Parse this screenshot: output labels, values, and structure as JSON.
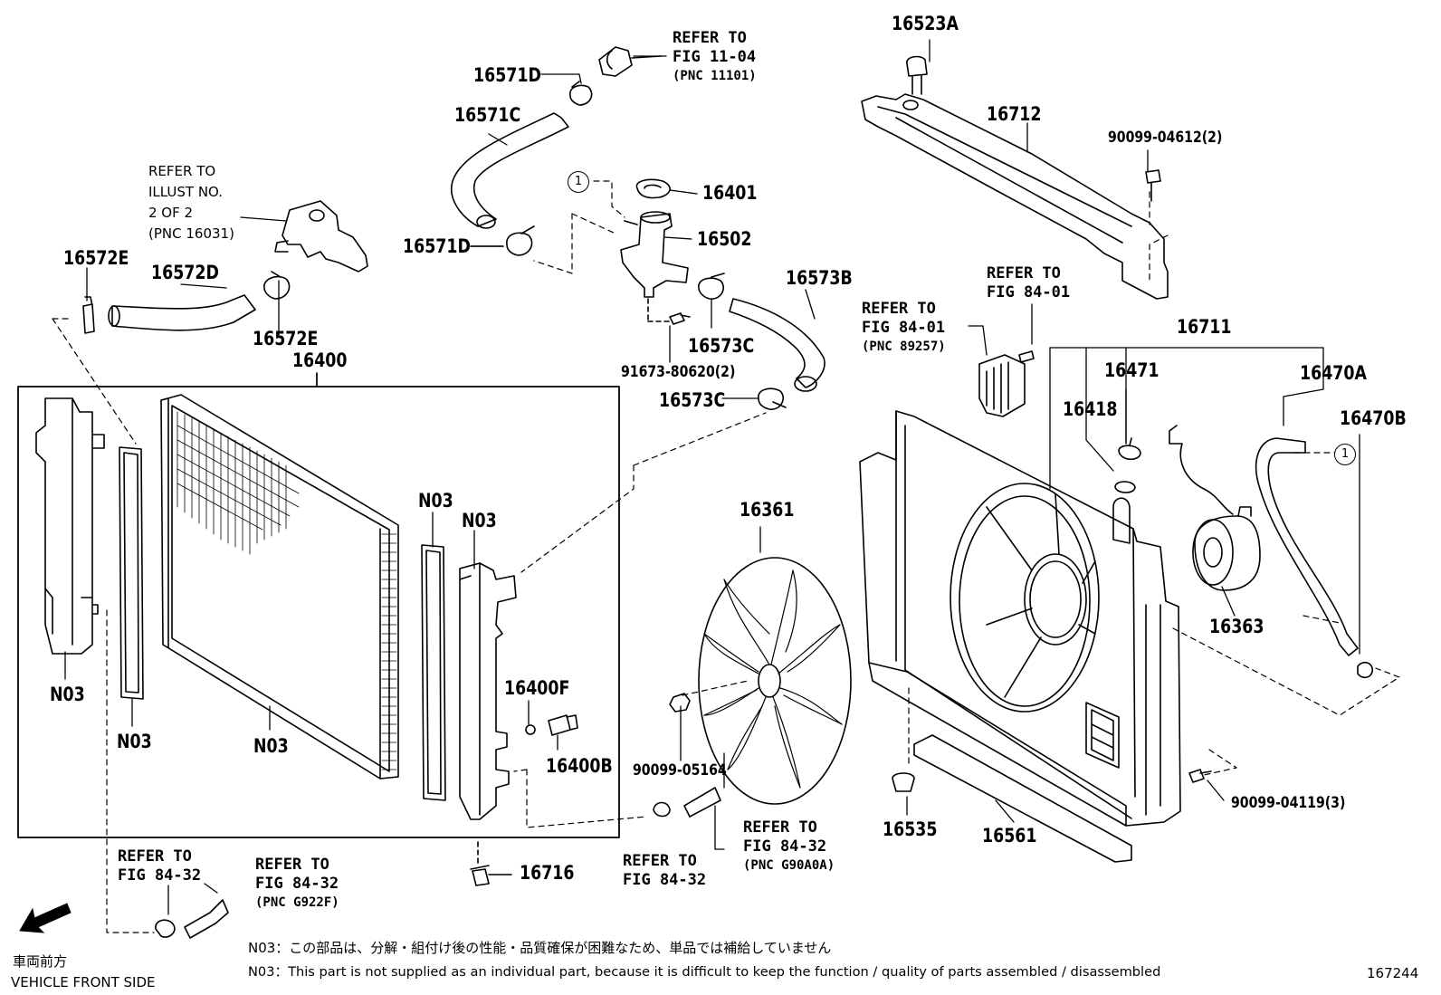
{
  "labels": {
    "p16523A": "16523A",
    "p16712": "16712",
    "p90099_04612": "90099-04612(2)",
    "p16571D_top": "16571D",
    "p16571C": "16571C",
    "p16401": "16401",
    "p16502": "16502",
    "p16571D_mid": "16571D",
    "p16572E_left": "16572E",
    "p16572D": "16572D",
    "p16572E_right": "16572E",
    "p16573B": "16573B",
    "p16573C_a": "16573C",
    "p16573C_b": "16573C",
    "p91673": "91673-80620(2)",
    "p16400": "16400",
    "p16711": "16711",
    "p16471": "16471",
    "p16470A": "16470A",
    "p16418": "16418",
    "p16470B": "16470B",
    "p16361": "16361",
    "p16363": "16363",
    "pN03_a": "N03",
    "pN03_b": "N03",
    "pN03_c": "N03",
    "pN03_d": "N03",
    "pN03_e": "N03",
    "p16400F": "16400F",
    "p16400B": "16400B",
    "p90099_05164": "90099-05164",
    "p90099_04119": "90099-04119(3)",
    "p16535": "16535",
    "p16561": "16561",
    "p16716": "16716"
  },
  "refs": {
    "fig1104_l1": "REFER TO",
    "fig1104_l2": "FIG 11-04",
    "fig1104_l3": "(PNC 11101)",
    "illust_l1": "REFER TO",
    "illust_l2": "ILLUST NO.",
    "illust_l3": "2 OF 2",
    "illust_l4": "(PNC 16031)",
    "fig8401a_l1": "REFER TO",
    "fig8401a_l2": "FIG 84-01",
    "fig8401b_l1": "REFER TO",
    "fig8401b_l2": "FIG 84-01",
    "fig8401b_l3": "(PNC 89257)",
    "fig8432a_l1": "REFER TO",
    "fig8432a_l2": "FIG 84-32",
    "fig8432a_l3": "(PNC G90A0A)",
    "fig8432b_l1": "REFER TO",
    "fig8432b_l2": "FIG 84-32",
    "fig8432c_l1": "REFER TO",
    "fig8432c_l2": "FIG 84-32",
    "fig8432d_l1": "REFER TO",
    "fig8432d_l2": "FIG 84-32",
    "fig8432d_l3": "(PNC G922F)"
  },
  "callout": "1",
  "notes": {
    "jp": "N03：この部品は、分解・組付け後の性能・品質確保が困難なため、単品では補給していません",
    "en": "N03：This part is not supplied as an individual part, because it is difficult to keep the function / quality of parts assembled / disassembled"
  },
  "direction": {
    "jp": "車両前方",
    "en": "VEHICLE FRONT SIDE"
  },
  "figure_number": "167244"
}
